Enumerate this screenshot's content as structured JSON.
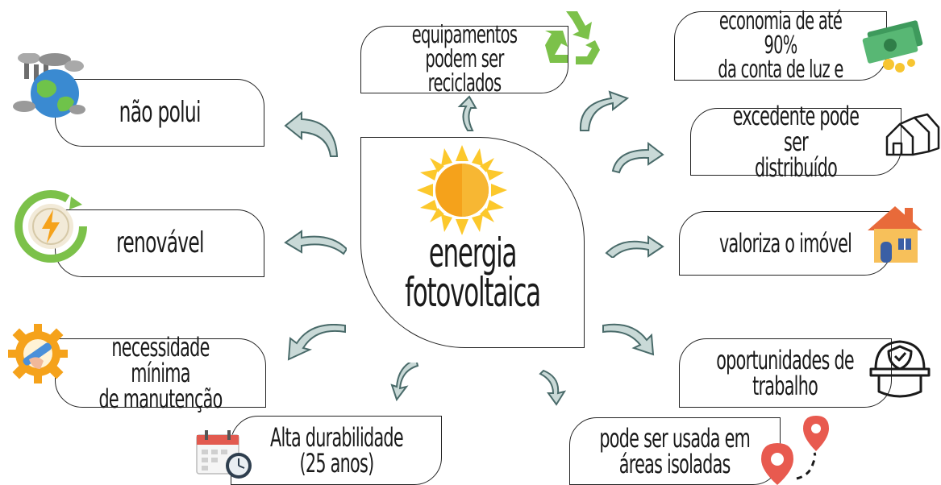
{
  "center": {
    "line1": "energia",
    "line2": "fotovoltaica"
  },
  "benefits": [
    {
      "id": "nao-polui",
      "text": "não polui",
      "icon": "polluted-earth-icon"
    },
    {
      "id": "renovavel",
      "text": "renovável",
      "icon": "renewable-energy-icon"
    },
    {
      "id": "manutencao",
      "text": "necessidade mínima\nde manutenção",
      "icon": "gear-wrench-icon"
    },
    {
      "id": "durabilidade",
      "text": "Alta durabilidade\n(25 anos)",
      "icon": "calendar-clock-icon"
    },
    {
      "id": "reciclados",
      "text": "equipamentos\npodem ser reciclados",
      "icon": "recycle-icon"
    },
    {
      "id": "economia",
      "text": "economia de até 90%\nda conta de luz e",
      "icon": "money-icon"
    },
    {
      "id": "excedente",
      "text": "excedente pode ser\ndistribuído",
      "icon": "houses-icon"
    },
    {
      "id": "valoriza",
      "text": "valoriza o imóvel",
      "icon": "house-icon"
    },
    {
      "id": "trabalho",
      "text": "oportunidades de\ntrabalho",
      "icon": "worker-helmet-icon"
    },
    {
      "id": "isoladas",
      "text": "pode ser usada em\náreas isoladas",
      "icon": "location-pins-icon"
    }
  ],
  "colors": {
    "arrow_fill": "#c9d9d7",
    "arrow_stroke": "#4a6b6a",
    "sun_core": "#f5a21b",
    "sun_rays": "#fcc82c",
    "recycle_green": "#7cc14a",
    "house_orange": "#f4a23a",
    "pin_red": "#e85a4f",
    "money_green": "#3e9a5c"
  }
}
